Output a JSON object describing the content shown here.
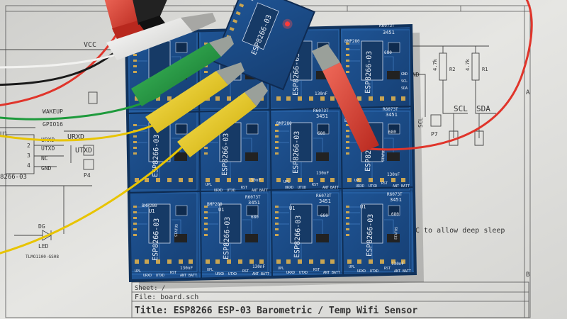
{
  "photo": {
    "description_icons": [
      "pcb-panel",
      "alligator-clips",
      "schematic-paper"
    ],
    "colors": {
      "paper": "#e4e4e1",
      "pcb": "#1b4f8f",
      "pcb_dark": "#143c6e",
      "silk": "#e8eef7",
      "wire_red": "#e0352b",
      "wire_black": "#1a1a1a",
      "wire_white": "#f2f2f0",
      "wire_green": "#1e9a3c",
      "wire_yellow": "#e8c400",
      "clip_red": "#d7463a",
      "clip_green": "#1d8f3a",
      "clip_yellow": "#f0d21c"
    }
  },
  "schematic": {
    "title": "Title: ESP8266 ESP-03 Barometric / Temp Wifi Sensor",
    "file": "File: board.sch",
    "sheet": "Sheet: /",
    "note": "C to allow deep sleep",
    "net_scl": "SCL",
    "net_sda": "SDA",
    "net_vcc": "VCC",
    "net_gnd": "GND",
    "net_nc": "NC",
    "net_utxd": "UTXD",
    "net_urxd": "URXD",
    "net_gpio16": "GPIO16",
    "net_wakeup": "WAKEUP",
    "net_utxd2": "UTXD",
    "p4": "P4",
    "p7": "P7",
    "r1": "R1",
    "r2": "R2",
    "r1_val": "4.7k",
    "r2_val": "4.7k",
    "led": "LED",
    "dg": "DG",
    "esp_label": "8266-03",
    "u1": "U1",
    "pin2": "2",
    "pin3": "3",
    "pin4": "4",
    "led_part": "TLMO1100-GS08",
    "grid_a": "A",
    "grid_b": "B"
  },
  "pcb": {
    "module_label": "ESP8266-03",
    "sensor_label": "BMP280",
    "u1": "U1",
    "part_code": "R6073T",
    "date_code": "3451",
    "cap_680": "680",
    "cap_130": "130nF",
    "pins_bottom": [
      "UPL",
      "URXD",
      "UTXD",
      "RST",
      "ANT",
      "BATT"
    ],
    "pins_top": [
      "GND",
      "SCL",
      "SDA"
    ],
    "status": "STATUS"
  }
}
